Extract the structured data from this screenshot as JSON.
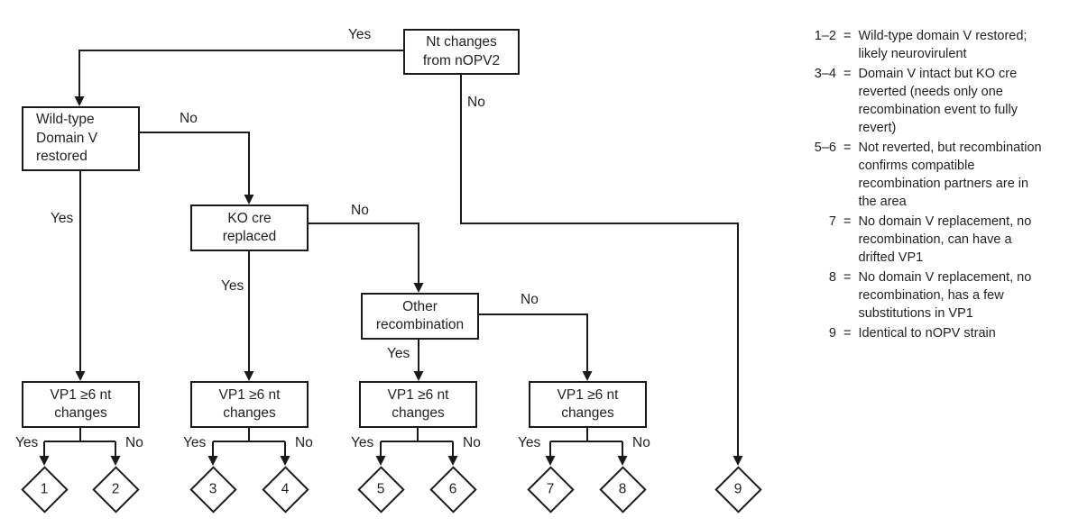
{
  "figure": {
    "type": "decision-flowchart",
    "topic": "Classification of nt changes from nOPV2"
  },
  "flowchart": {
    "nodes": {
      "root": "Nt changes\nfrom nOPV2",
      "wild_type": "Wild-type\nDomain V\nrestored",
      "ko_cre": "KO cre\nreplaced",
      "other_recombination": "Other\nrecombination",
      "vp1": "VP1 ≥6 nt\nchanges"
    },
    "edge_labels": {
      "root_yes": "Yes",
      "root_no": "No",
      "wild_no": "No",
      "wild_yes": "Yes",
      "ko_no": "No",
      "ko_yes": "Yes",
      "other_no": "No",
      "other_yes": "Yes",
      "vp1a_yes": "Yes",
      "vp1a_no": "No",
      "vp1b_yes": "Yes",
      "vp1b_no": "No",
      "vp1c_yes": "Yes",
      "vp1c_no": "No",
      "vp1d_yes": "Yes",
      "vp1d_no": "No"
    },
    "terminals": [
      "1",
      "2",
      "3",
      "4",
      "5",
      "6",
      "7",
      "8",
      "9"
    ]
  },
  "legend": {
    "items": [
      {
        "key": "1–2",
        "eq": "=",
        "text": "Wild-type domain V restored;\nlikely neurovirulent"
      },
      {
        "key": "3–4",
        "eq": "=",
        "text": "Domain V intact but KO cre\nreverted (needs only one\nrecombination event to fully\nrevert)"
      },
      {
        "key": "5–6",
        "eq": "=",
        "text": "Not reverted, but recombination\nconfirms compatible\nrecombination partners are in\nthe area"
      },
      {
        "key": "7",
        "eq": "=",
        "text": "No domain V replacement, no\nrecombination, can have a\ndrifted VP1"
      },
      {
        "key": "8",
        "eq": "=",
        "text": "No domain V replacement, no\nrecombination, has a few\nsubstitutions in VP1"
      },
      {
        "key": "9",
        "eq": "=",
        "text": "Identical to nOPV strain"
      }
    ]
  },
  "colors": {
    "line": "#1a1a1a",
    "text": "#231f20",
    "background": "#ffffff"
  }
}
